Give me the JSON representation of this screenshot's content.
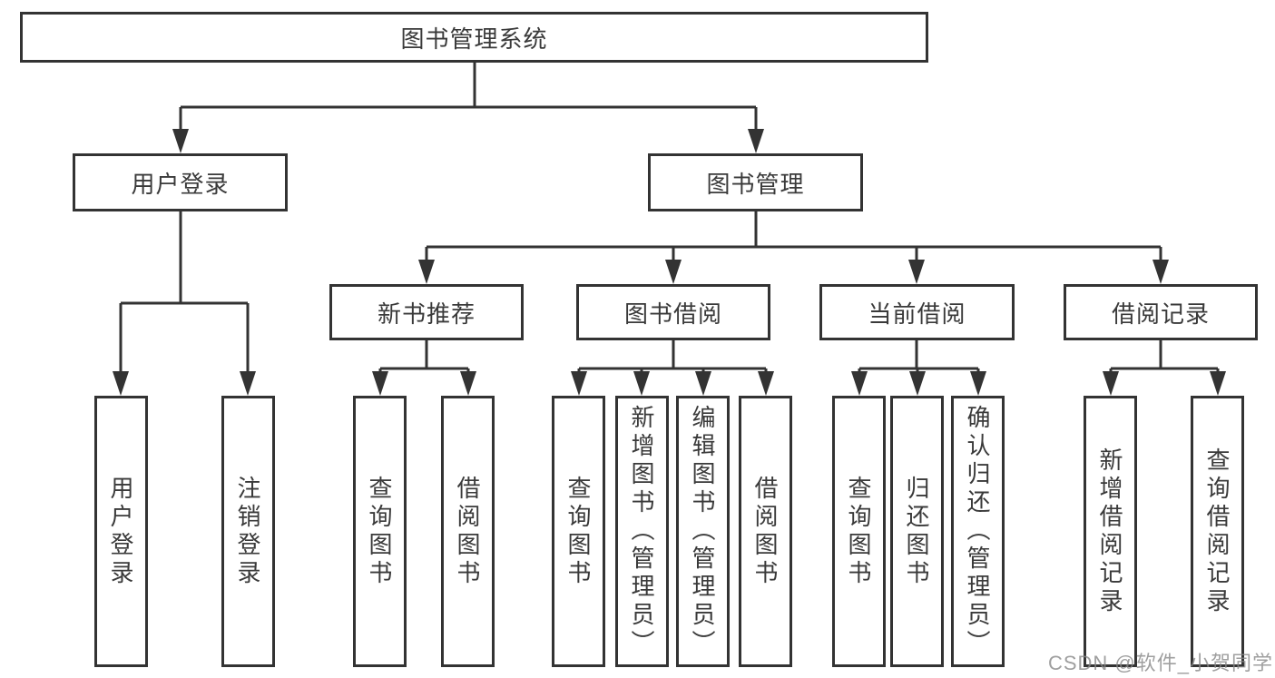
{
  "diagram": {
    "root": {
      "label": "图书管理系统"
    },
    "level2": [
      {
        "label": "用户登录",
        "leaves": [
          "用户登录",
          "注销登录"
        ]
      },
      {
        "label": "图书管理",
        "sections": [
          {
            "label": "新书推荐",
            "leaves": [
              "查询图书",
              "借阅图书"
            ]
          },
          {
            "label": "图书借阅",
            "leaves": [
              "查询图书",
              "新增图书（管理员）",
              "编辑图书（管理员）",
              "借阅图书"
            ]
          },
          {
            "label": "当前借阅",
            "leaves": [
              "查询图书",
              "归还图书",
              "确认归还（管理员）"
            ]
          },
          {
            "label": "借阅记录",
            "leaves": [
              "新增借阅记录",
              "查询借阅记录"
            ]
          }
        ]
      }
    ]
  },
  "watermark": "CSDN @软件_小贺同学",
  "colors": {
    "line": "#333333",
    "text": "#3a3a3a",
    "watermark": "#878787",
    "background": "#ffffff"
  }
}
